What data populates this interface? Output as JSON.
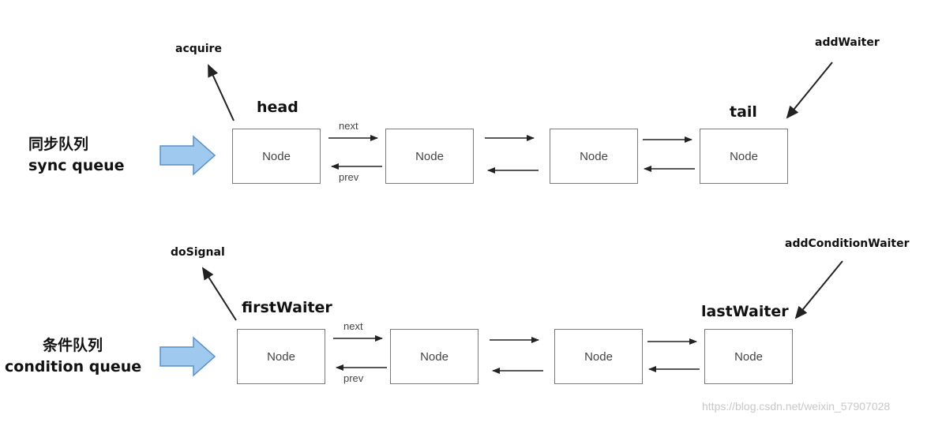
{
  "sync": {
    "label_cn": "同步队列",
    "label_en": "sync queue",
    "head": "head",
    "tail": "tail",
    "acquire": "acquire",
    "add_waiter": "addWaiter",
    "nodes": [
      "Node",
      "Node",
      "Node",
      "Node"
    ],
    "next": "next",
    "prev": "prev"
  },
  "condition": {
    "label_cn": "条件队列",
    "label_en": "condition queue",
    "first_waiter": "firstWaiter",
    "last_waiter": "lastWaiter",
    "do_signal": "doSignal",
    "add_condition_waiter": "addConditionWaiter",
    "nodes": [
      "Node",
      "Node",
      "Node",
      "Node"
    ],
    "next": "next",
    "prev": "prev"
  },
  "watermark": "https://blog.csdn.net/weixin_57907028",
  "colors": {
    "queue_arrow_fill": "#9fc9ef",
    "queue_arrow_stroke": "#5b8fc4",
    "line": "#222222",
    "box_border": "#7a7a7a"
  }
}
